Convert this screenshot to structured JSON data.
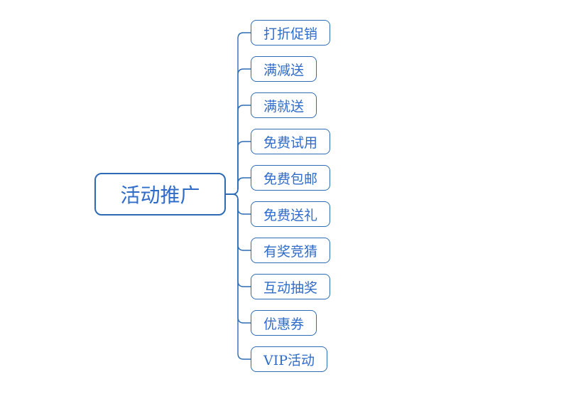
{
  "diagram": {
    "type": "mindmap",
    "root": {
      "label": "活动推广"
    },
    "children": [
      {
        "label": "打折促销"
      },
      {
        "label": "满减送"
      },
      {
        "label": "满就送"
      },
      {
        "label": "免费试用"
      },
      {
        "label": "免费包邮"
      },
      {
        "label": "免费送礼"
      },
      {
        "label": "有奖竞猜"
      },
      {
        "label": "互动抽奖"
      },
      {
        "label": "优惠券"
      },
      {
        "label": "VIP活动"
      }
    ],
    "colors": {
      "line": "#2d6cb5",
      "text": "#2f6cc9",
      "background": "#ffffff"
    }
  }
}
